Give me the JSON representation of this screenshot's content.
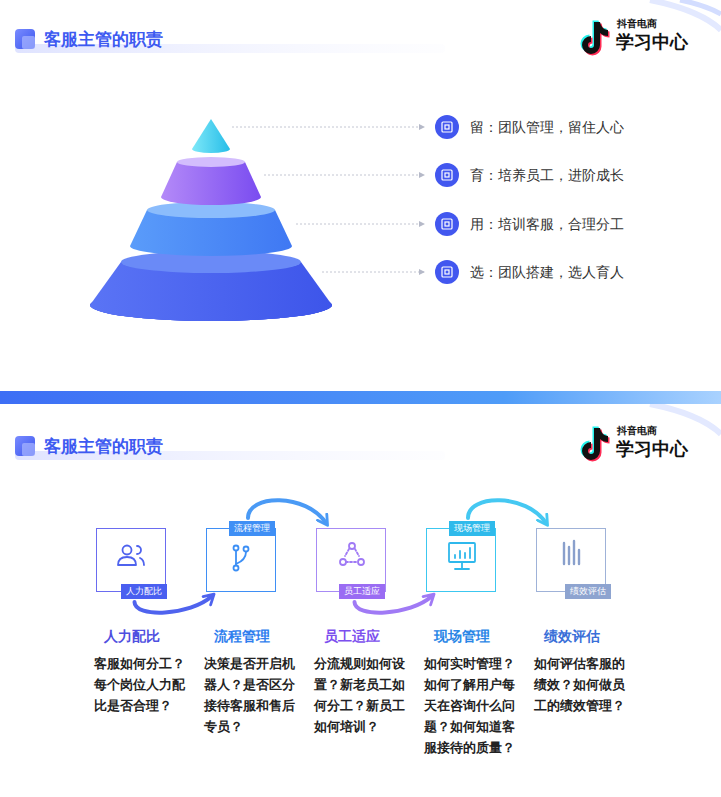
{
  "diagram": {
    "title": "客服主管的职责",
    "nodes": [
      {
        "text": [
          "留：团队管理，留住人心"
        ]
      },
      {
        "text": [
          "育：培养员工，进阶成长"
        ]
      },
      {
        "text": [
          "用：培训客服，合理分工"
        ]
      },
      {
        "text": [
          "选：团队搭建，选人育人"
        ]
      },
      {
        "text": [
          "人力配比",
          "人力配比",
          "客服如何分工？每个岗位人力配比是否合理？"
        ]
      },
      {
        "text": [
          "流程管理",
          "流程管理",
          "决策是否开启机器人？是否区分接待客服和售后专员？"
        ]
      },
      {
        "text": [
          "员工适应",
          "员工适应",
          "分流规则如何设置？新老员工如何分工？新员工如何培训？"
        ]
      },
      {
        "text": [
          "现场管理",
          "现场管理",
          "如何实时管理？如何了解用户每天在咨询什么问题？如何知道客服接待的质量？"
        ]
      },
      {
        "text": [
          "绩效评估",
          "绩效评估",
          "如何评估客服的绩效？如何做员工的绩效管理？"
        ]
      }
    ],
    "edges": [
      {
        "from": 4,
        "to": 5,
        "arrow": "to"
      },
      {
        "from": 5,
        "to": 6,
        "arrow": "to"
      },
      {
        "from": 6,
        "to": 7,
        "arrow": "to"
      },
      {
        "from": 7,
        "to": 8,
        "arrow": "to"
      }
    ],
    "labels": [
      "抖音电商",
      "学习中心",
      "客服主管的职责",
      "抖音电商",
      "学习中心"
    ]
  }
}
